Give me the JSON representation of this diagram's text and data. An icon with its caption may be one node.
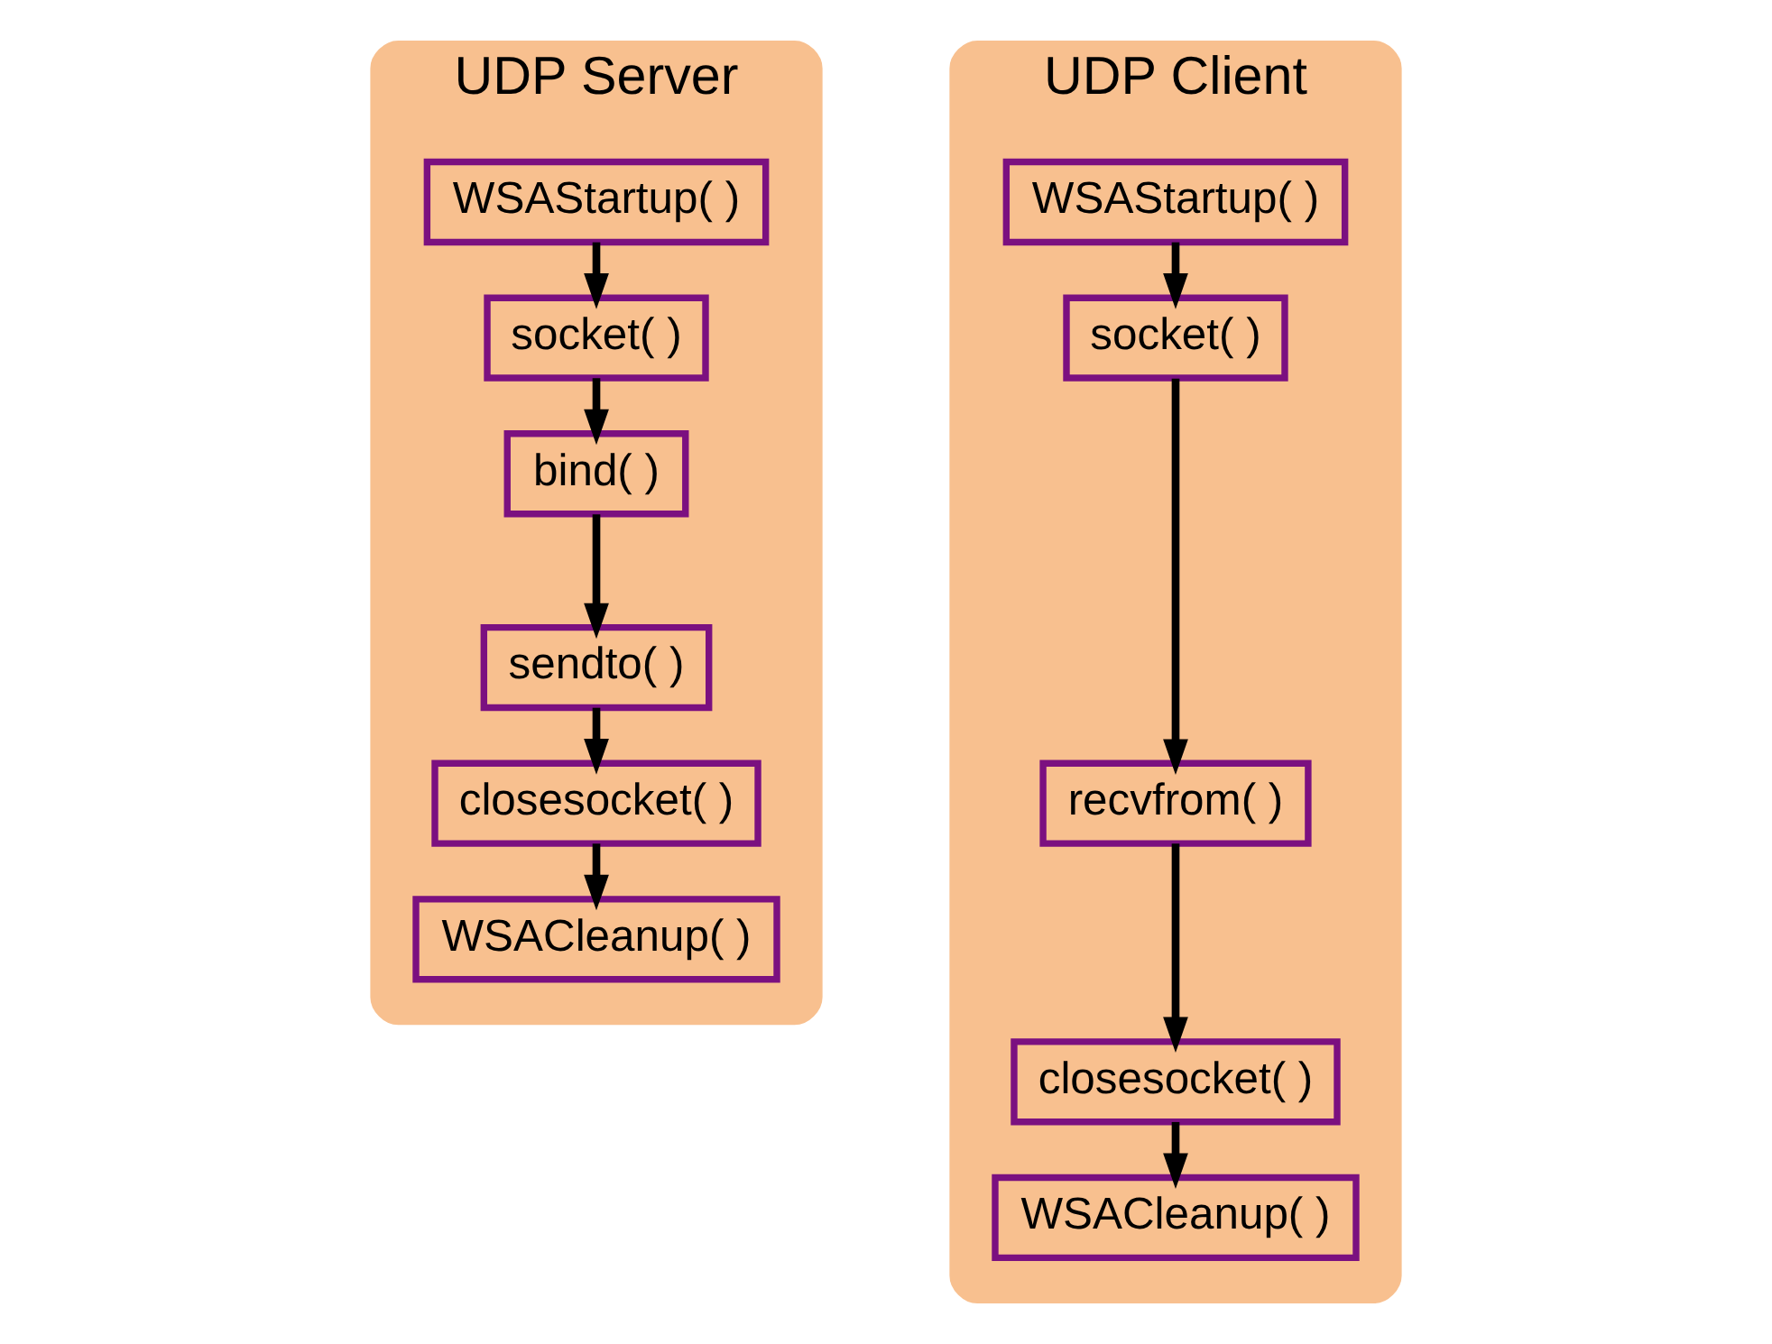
{
  "diagram": {
    "nodes": [
      {
        "text": [
          "UDP Server"
        ]
      },
      {
        "text": [
          "WSAStartup( )"
        ],
        "in": 0
      },
      {
        "text": [
          "socket( )"
        ],
        "in": 0
      },
      {
        "text": [
          "bind( )"
        ],
        "in": 0
      },
      {
        "text": [
          "sendto( )"
        ],
        "in": 0
      },
      {
        "text": [
          "closesocket( )"
        ],
        "in": 0
      },
      {
        "text": [
          "WSACleanup( )"
        ],
        "in": 0
      },
      {
        "text": [
          "UDP Client"
        ]
      },
      {
        "text": [
          "WSAStartup( )"
        ],
        "in": 7
      },
      {
        "text": [
          "socket( )"
        ],
        "in": 7
      },
      {
        "text": [
          "recvfrom( )"
        ],
        "in": 7
      },
      {
        "text": [
          "closesocket( )"
        ],
        "in": 7
      },
      {
        "text": [
          "WSACleanup( )"
        ],
        "in": 7
      }
    ],
    "edges": [
      {
        "from": 1,
        "to": 2,
        "arrow": "to"
      },
      {
        "from": 2,
        "to": 3,
        "arrow": "to"
      },
      {
        "from": 3,
        "to": 4,
        "arrow": "to"
      },
      {
        "from": 4,
        "to": 5,
        "arrow": "to"
      },
      {
        "from": 5,
        "to": 6,
        "arrow": "to"
      },
      {
        "from": 8,
        "to": 9,
        "arrow": "to"
      },
      {
        "from": 9,
        "to": 10,
        "arrow": "to"
      },
      {
        "from": 10,
        "to": 11,
        "arrow": "to"
      },
      {
        "from": 11,
        "to": 12,
        "arrow": "to"
      }
    ]
  }
}
